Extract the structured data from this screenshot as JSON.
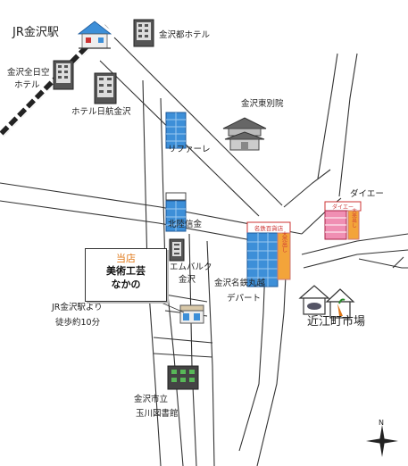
{
  "labels": {
    "jr_kanazawa_station": "JR金沢駅",
    "kanazawa_miyako_hotel": "金沢都ホテル",
    "kanazawa_ana_hotel_l1": "金沢全日空",
    "kanazawa_ana_hotel_l2": "ホテル",
    "hotel_nikko": "ホテル日航金沢",
    "higashi_betsuin": "金沢東別院",
    "rifare": "リファーレ",
    "daiei": "ダイエー",
    "hokuriku_shinkin": "北陸信金",
    "meitetsu_l1": "金沢名鉄丸越",
    "meitetsu_l2": "デパート",
    "m_valk_l1": "エムバルク",
    "m_valk_l2": "金沢",
    "omicho_market": "近江町市場",
    "walk_l1": "JR金沢駅より",
    "walk_l2": "徒歩約10分",
    "library_l1": "金沢市立",
    "library_l2": "玉川図書館",
    "north": "N"
  },
  "shop": {
    "tag": "当店",
    "name_l1": "美術工芸",
    "name_l2": "なかの"
  },
  "signs": {
    "meitetsu_sign": "名鉄百貨店",
    "meitetsu_banner": "大売出し",
    "daiei_sign": "ダイエー",
    "daiei_banner": "大売出し"
  },
  "colors": {
    "road": "#333333",
    "shop_tag": "#e07818",
    "building_glass": "#3d8fd8",
    "railway": "#222222"
  }
}
